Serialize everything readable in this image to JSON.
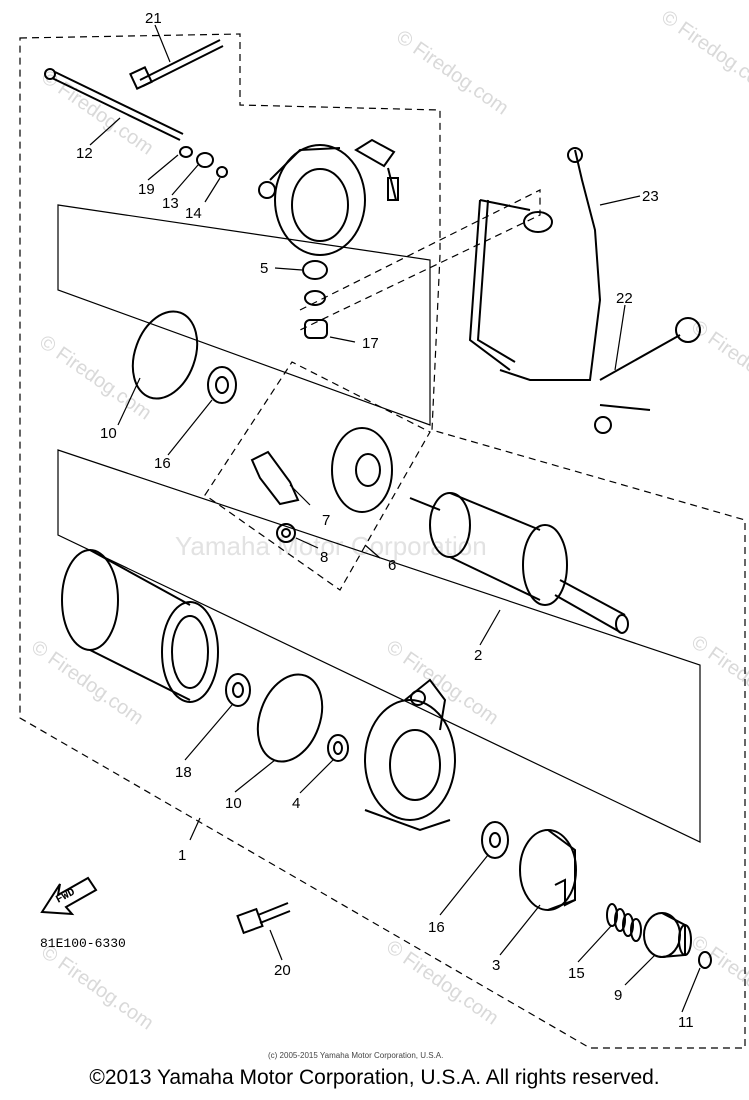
{
  "diagram": {
    "callouts": [
      {
        "id": "c21",
        "text": "21"
      },
      {
        "id": "c12",
        "text": "12"
      },
      {
        "id": "c19",
        "text": "19"
      },
      {
        "id": "c13",
        "text": "13"
      },
      {
        "id": "c14",
        "text": "14"
      },
      {
        "id": "c5",
        "text": "5"
      },
      {
        "id": "c17",
        "text": "17"
      },
      {
        "id": "c23",
        "text": "23"
      },
      {
        "id": "c22",
        "text": "22"
      },
      {
        "id": "c10a",
        "text": "10"
      },
      {
        "id": "c16a",
        "text": "16"
      },
      {
        "id": "c7",
        "text": "7"
      },
      {
        "id": "c8",
        "text": "8"
      },
      {
        "id": "c6",
        "text": "6"
      },
      {
        "id": "c2",
        "text": "2"
      },
      {
        "id": "c18",
        "text": "18"
      },
      {
        "id": "c10b",
        "text": "10"
      },
      {
        "id": "c4",
        "text": "4"
      },
      {
        "id": "c1",
        "text": "1"
      },
      {
        "id": "c16b",
        "text": "16"
      },
      {
        "id": "c3",
        "text": "3"
      },
      {
        "id": "c15",
        "text": "15"
      },
      {
        "id": "c9",
        "text": "9"
      },
      {
        "id": "c11",
        "text": "11"
      },
      {
        "id": "c20",
        "text": "20"
      }
    ],
    "part_code": "81E100-6330",
    "fwd_label": "FWD",
    "watermarks": [
      "© Firedog.com",
      "Yamaha Motor Corporation"
    ],
    "small_copyright": "(c) 2005-2015 Yamaha Motor Corporation, U.S.A.",
    "footer": "©2013 Yamaha Motor Corporation, U.S.A. All rights reserved."
  }
}
